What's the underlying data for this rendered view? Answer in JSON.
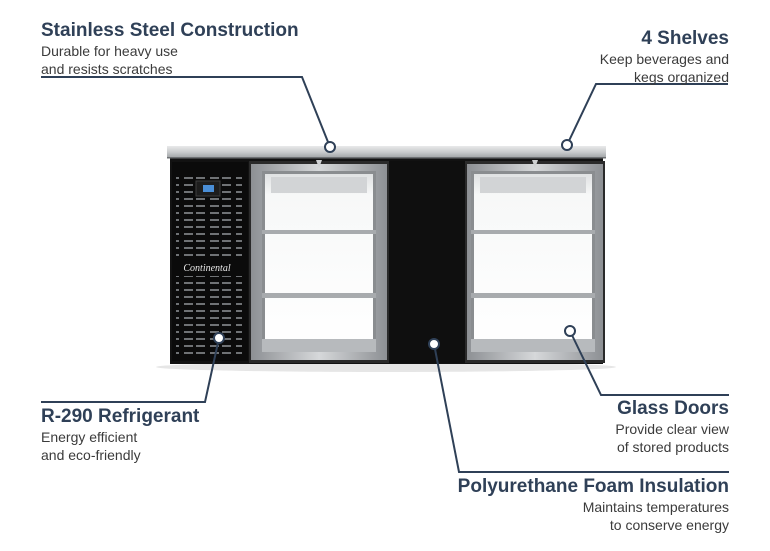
{
  "product": {
    "brand_logo": "Continental"
  },
  "callouts": {
    "stainless": {
      "title": "Stainless Steel Construction",
      "line1": "Durable for heavy use",
      "line2": "and resists scratches"
    },
    "shelves": {
      "title": "4 Shelves",
      "line1": "Keep beverages and",
      "line2": "kegs organized"
    },
    "refrigerant": {
      "title": "R-290 Refrigerant",
      "line1": "Energy efficient",
      "line2": "and eco-friendly"
    },
    "glass": {
      "title": "Glass Doors",
      "line1": "Provide clear view",
      "line2": "of stored products"
    },
    "foam": {
      "title": "Polyurethane Foam Insulation",
      "line1": "Maintains temperatures",
      "line2": "to conserve energy"
    }
  },
  "colors": {
    "title_text": "#2f4057",
    "body_text": "#3b3b3b",
    "leader_line": "#2f4057",
    "cabinet": "#121212",
    "steel_top": "#d0d2d4"
  }
}
